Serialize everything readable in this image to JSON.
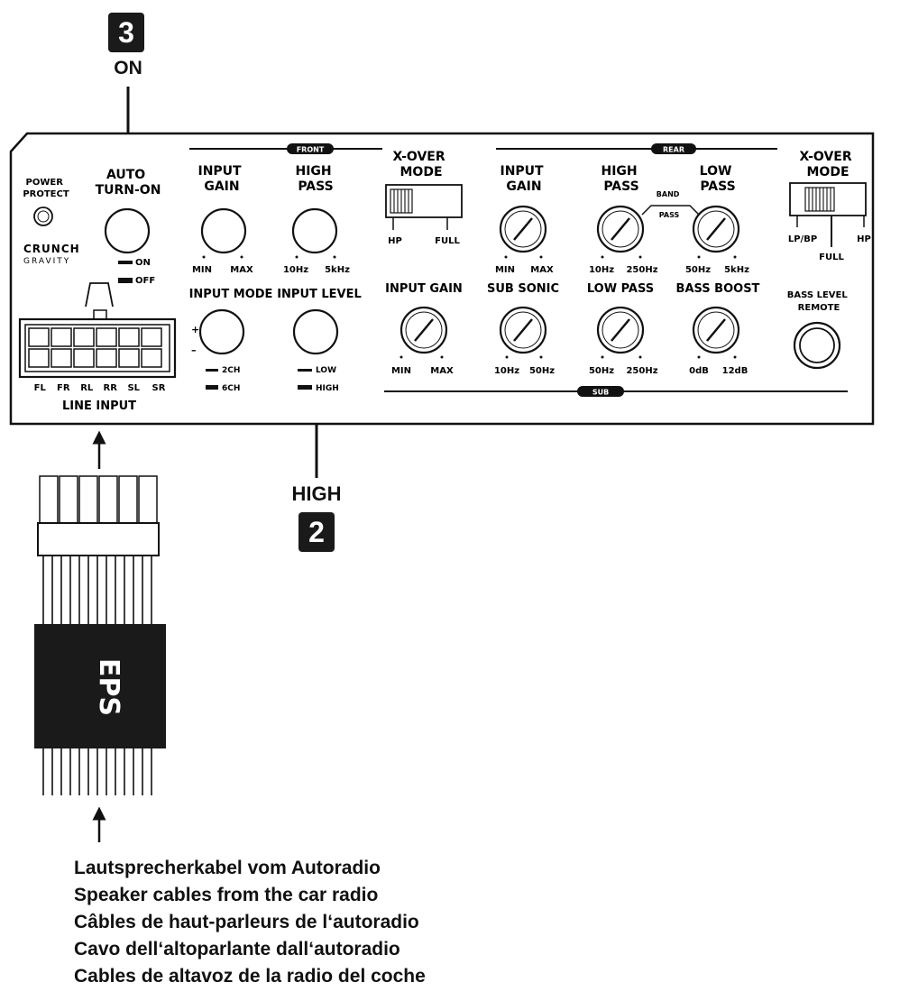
{
  "callouts": {
    "num3": "3",
    "on": "ON",
    "high": "HIGH",
    "num2": "2"
  },
  "panel": {
    "power_protect": [
      "POWER",
      "PROTECT"
    ],
    "brand": [
      "CRUNCH",
      "GRAVITY"
    ],
    "auto_turn_on": [
      "AUTO",
      "TURN-ON"
    ],
    "auto_on": "ON",
    "auto_off": "OFF",
    "line_input": "LINE INPUT",
    "channels": [
      "FL",
      "FR",
      "RL",
      "RR",
      "SL",
      "SR"
    ],
    "plus": "+",
    "minus": "–",
    "front": {
      "banner": "FRONT",
      "input_gain": [
        "INPUT",
        "GAIN"
      ],
      "min": "MIN",
      "max": "MAX",
      "high_pass": [
        "HIGH",
        "PASS"
      ],
      "hp_lo": "10Hz",
      "hp_hi": "5kHz",
      "xover": [
        "X-OVER",
        "MODE"
      ],
      "xover_left": "HP",
      "xover_right": "FULL",
      "input_mode": "INPUT MODE",
      "mode_2ch": "2CH",
      "mode_6ch": "6CH",
      "input_level": "INPUT LEVEL",
      "level_low": "LOW",
      "level_high": "HIGH"
    },
    "rear": {
      "banner": "REAR",
      "input_gain": [
        "INPUT",
        "GAIN"
      ],
      "min": "MIN",
      "max": "MAX",
      "high_pass": [
        "HIGH",
        "PASS"
      ],
      "hp_lo": "10Hz",
      "hp_hi": "250Hz",
      "band_pass": [
        "BAND",
        "PASS"
      ],
      "low_pass": [
        "LOW",
        "PASS"
      ],
      "lp_lo": "50Hz",
      "lp_hi": "5kHz",
      "xover": [
        "X-OVER",
        "MODE"
      ],
      "xover_left": "LP/BP",
      "xover_mid": "FULL",
      "xover_right": "HP"
    },
    "sub": {
      "banner": "SUB",
      "input_gain": "INPUT GAIN",
      "min": "MIN",
      "max": "MAX",
      "sub_sonic": "SUB SONIC",
      "ss_lo": "10Hz",
      "ss_hi": "50Hz",
      "low_pass": "LOW PASS",
      "lp_lo": "50Hz",
      "lp_hi": "250Hz",
      "bass_boost": "BASS BOOST",
      "bb_lo": "0dB",
      "bb_hi": "12dB",
      "bass_remote": [
        "BASS LEVEL",
        "REMOTE"
      ]
    }
  },
  "cable_logo": "EPS",
  "caption": [
    "Lautsprecherkabel vom Autoradio",
    "Speaker cables from the car radio",
    "Câbles de haut-parleurs de l‘autoradio",
    "Cavo dell‘altoparlante dall‘autoradio",
    "Cables de altavoz de la radio del coche"
  ]
}
